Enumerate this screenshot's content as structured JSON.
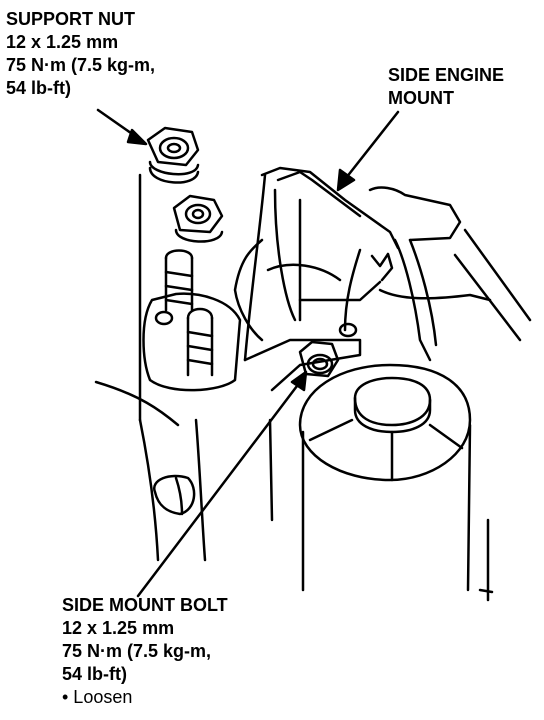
{
  "labels": {
    "support_nut": {
      "lines": [
        "SUPPORT NUT",
        "12 x 1.25 mm",
        "75 N·m (7.5 kg-m,",
        "54 lb-ft)"
      ]
    },
    "side_engine_mount": {
      "lines": [
        "SIDE ENGINE",
        "MOUNT"
      ]
    },
    "side_mount_bolt": {
      "lines": [
        "SIDE MOUNT BOLT",
        "12 x 1.25 mm",
        "75 N·m (7.5 kg-m,",
        "54 lb-ft)"
      ],
      "note": "• Loosen"
    }
  },
  "colors": {
    "ink": "#000000",
    "paper": "#ffffff"
  }
}
